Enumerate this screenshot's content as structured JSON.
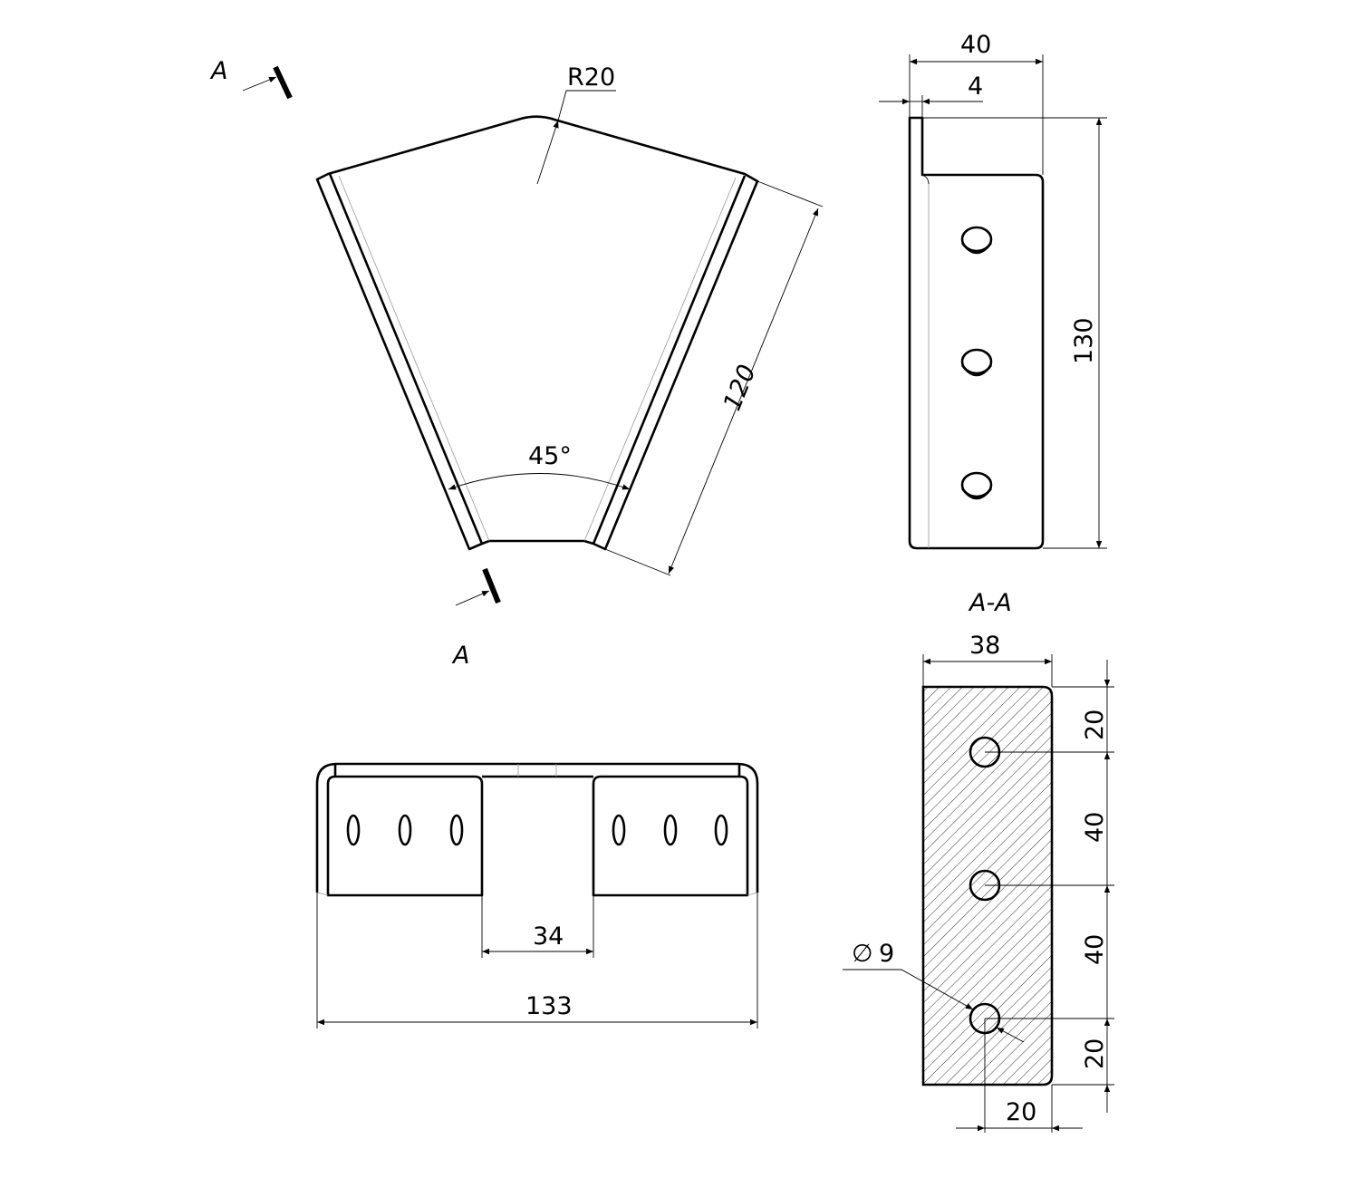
{
  "top_view": {
    "section_marker_top": "A",
    "section_marker_bottom": "A",
    "radius_label": "R20",
    "length_label": "120",
    "angle_label": "45°"
  },
  "side_view": {
    "width_label": "40",
    "thickness_label": "4",
    "height_label": "130"
  },
  "front_view": {
    "view_label": "A",
    "gap_label": "34",
    "overall_width_label": "133"
  },
  "section_view": {
    "title": "A-A",
    "width_label": "38",
    "spacing_labels": [
      "20",
      "40",
      "40",
      "20"
    ],
    "hole_offset_label": "20",
    "diameter_symbol": "∅",
    "diameter_value": "9"
  }
}
